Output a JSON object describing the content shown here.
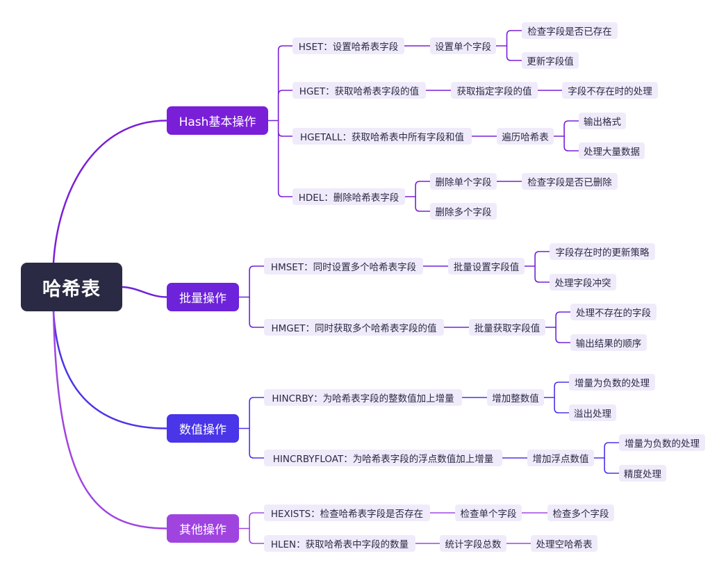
{
  "root": {
    "label": "哈希表"
  },
  "branches": [
    {
      "label": "Hash基本操作",
      "color": "#7a1fd8",
      "children": [
        {
          "label": "HSET：设置哈希表字段",
          "children": [
            {
              "label": "设置单个字段",
              "children": [
                {
                  "label": "检查字段是否已存在"
                },
                {
                  "label": "更新字段值"
                }
              ]
            }
          ]
        },
        {
          "label": "HGET：获取哈希表字段的值",
          "children": [
            {
              "label": "获取指定字段的值",
              "children": [
                {
                  "label": "字段不存在时的处理"
                }
              ]
            }
          ]
        },
        {
          "label": "HGETALL：获取哈希表中所有字段和值",
          "children": [
            {
              "label": "遍历哈希表",
              "children": [
                {
                  "label": "输出格式"
                },
                {
                  "label": "处理大量数据"
                }
              ]
            }
          ]
        },
        {
          "label": "HDEL：删除哈希表字段",
          "children": [
            {
              "label": "删除单个字段",
              "children": [
                {
                  "label": "检查字段是否已删除"
                }
              ]
            },
            {
              "label": "删除多个字段"
            }
          ]
        }
      ]
    },
    {
      "label": "批量操作",
      "color": "#6d23d9",
      "children": [
        {
          "label": "HMSET：同时设置多个哈希表字段",
          "children": [
            {
              "label": "批量设置字段值",
              "children": [
                {
                  "label": "字段存在时的更新策略"
                },
                {
                  "label": "处理字段冲突"
                }
              ]
            }
          ]
        },
        {
          "label": "HMGET：同时获取多个哈希表字段的值",
          "children": [
            {
              "label": "批量获取字段值",
              "children": [
                {
                  "label": "处理不存在的字段"
                },
                {
                  "label": "输出结果的顺序"
                }
              ]
            }
          ]
        }
      ]
    },
    {
      "label": "数值操作",
      "color": "#4a35e8",
      "children": [
        {
          "label": "HINCRBY：为哈希表字段的整数值加上增量",
          "children": [
            {
              "label": "增加整数值",
              "children": [
                {
                  "label": "增量为负数的处理"
                },
                {
                  "label": "溢出处理"
                }
              ]
            }
          ]
        },
        {
          "label": "HINCRBYFLOAT：为哈希表字段的浮点数值加上增量",
          "children": [
            {
              "label": "增加浮点数值",
              "children": [
                {
                  "label": "增量为负数的处理"
                },
                {
                  "label": "精度处理"
                }
              ]
            }
          ]
        }
      ]
    },
    {
      "label": "其他操作",
      "color": "#a044e0",
      "children": [
        {
          "label": "HEXISTS：检查哈希表字段是否存在",
          "children": [
            {
              "label": "检查单个字段",
              "children": [
                {
                  "label": "检查多个字段"
                }
              ]
            }
          ]
        },
        {
          "label": "HLEN：获取哈希表中字段的数量",
          "children": [
            {
              "label": "统计字段总数",
              "children": [
                {
                  "label": "处理空哈希表"
                }
              ]
            }
          ]
        }
      ]
    }
  ]
}
